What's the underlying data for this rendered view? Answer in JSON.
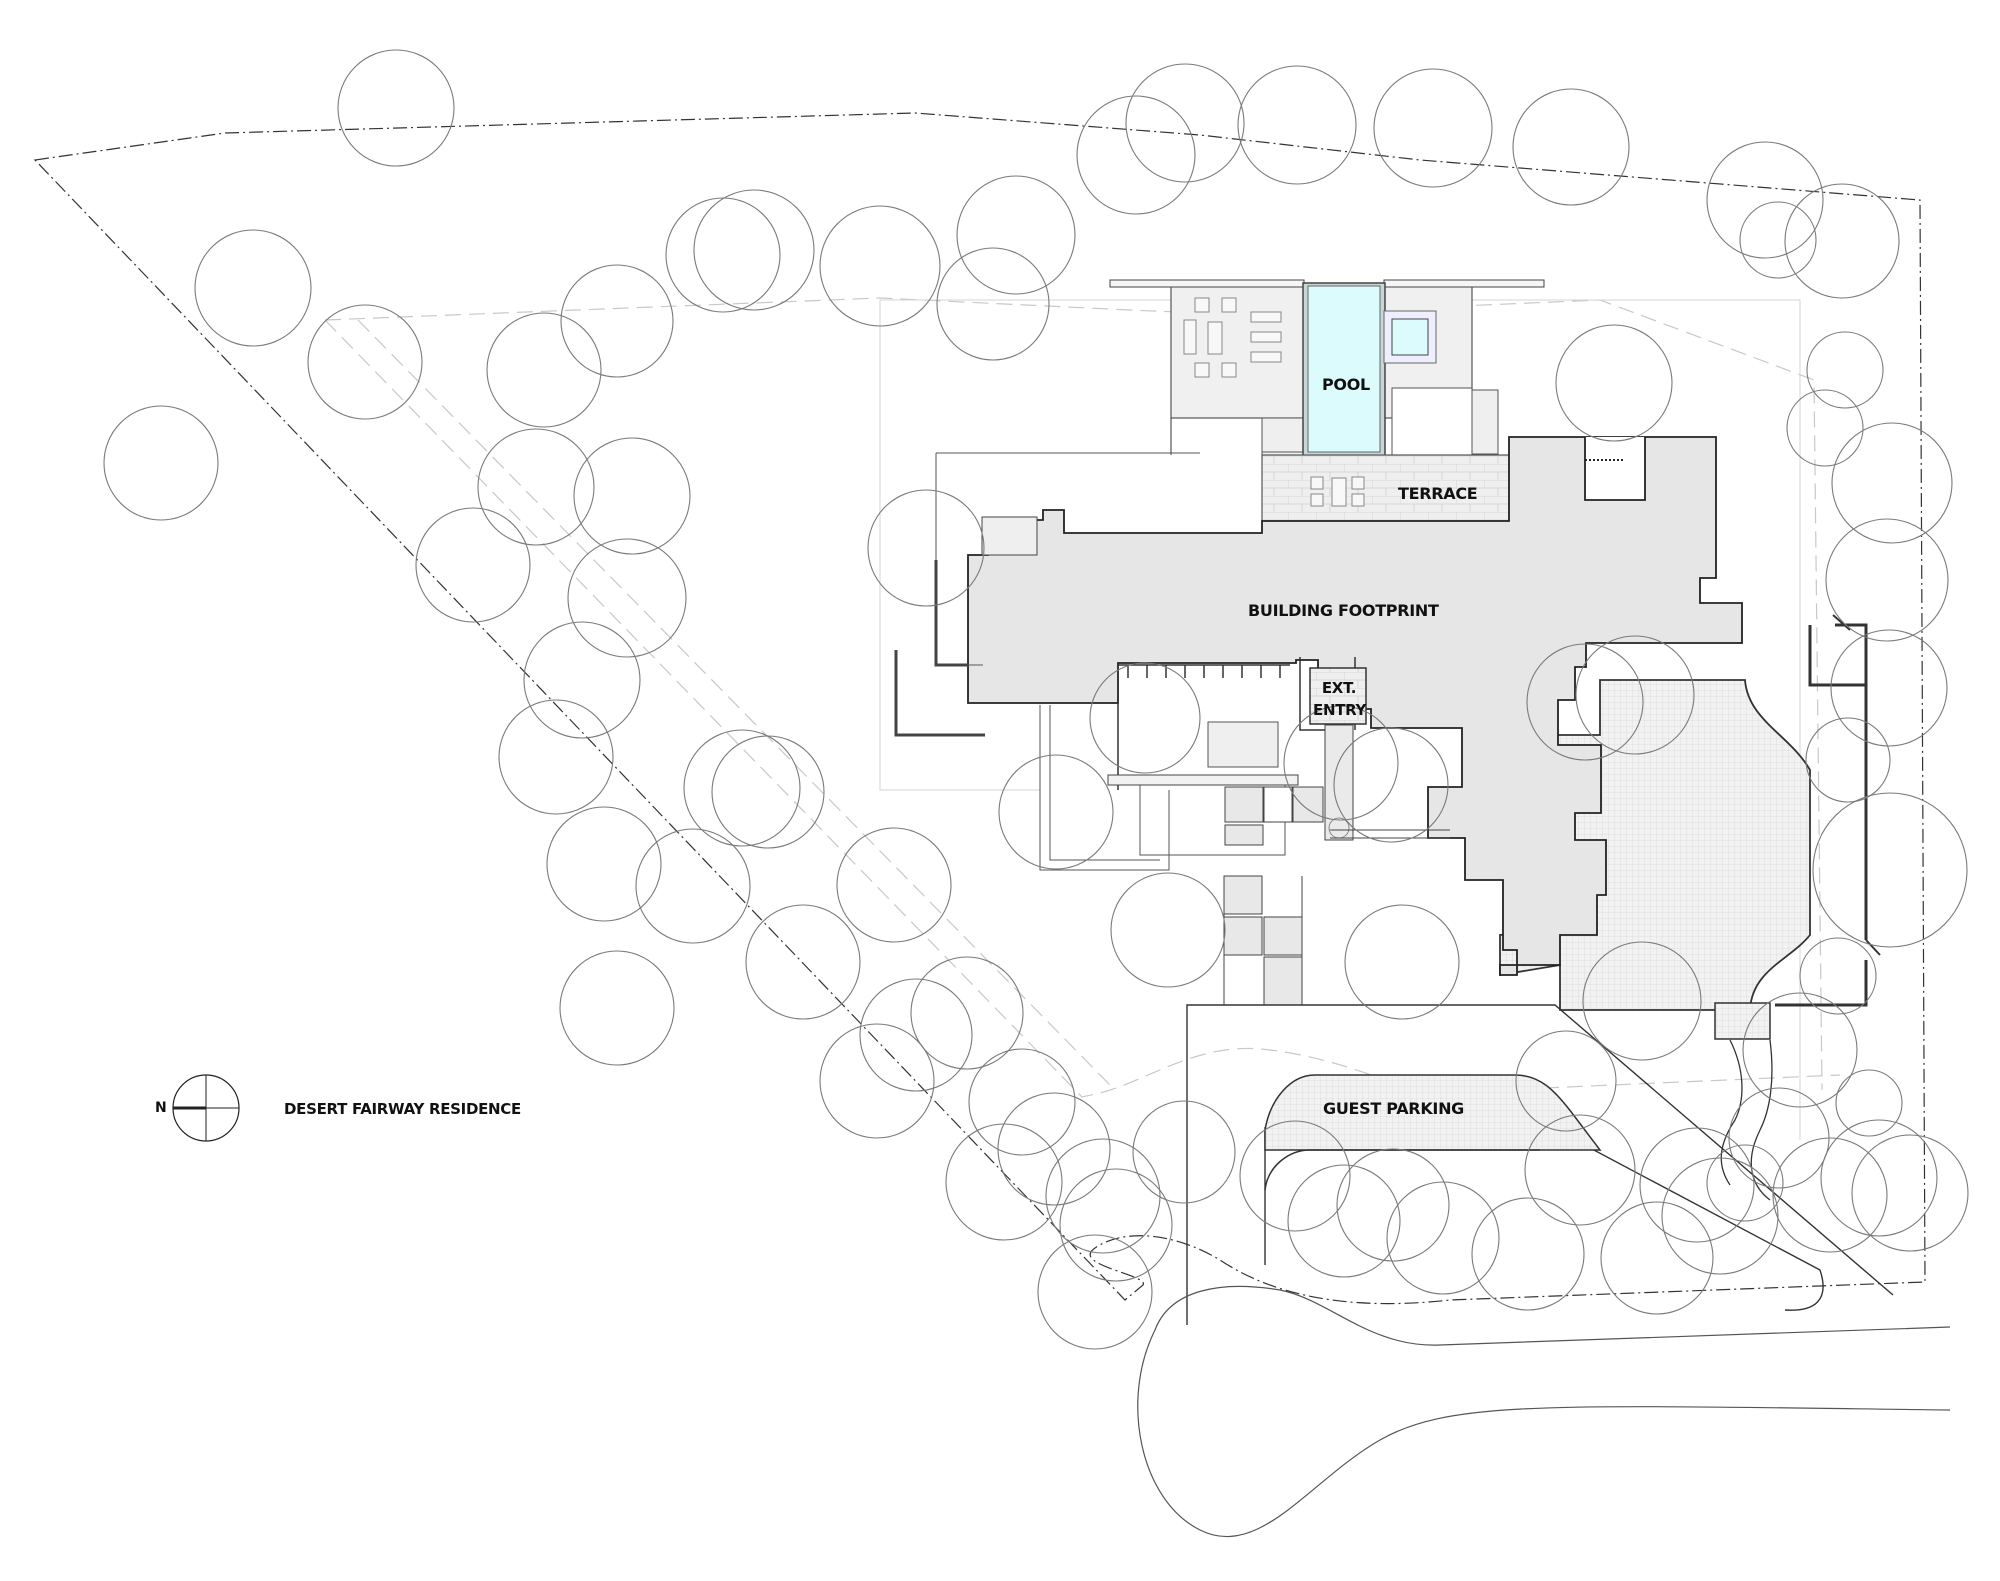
{
  "drawing": {
    "title": "DESERT FAIRWAY RESIDENCE",
    "north_label": "N",
    "north_arrow_icon": "north-arrow-icon"
  },
  "labels": {
    "pool": "POOL",
    "terrace": "TERRACE",
    "building_footprint": "BUILDING FOOTPRINT",
    "ext_entry_line1": "EXT.",
    "ext_entry_line2": "ENTRY",
    "guest_parking": "GUEST PARKING"
  },
  "colors": {
    "footprint_fill": "#e6e6e6",
    "pool_fill": "#dcfbfd",
    "paving_fill": "#efefef",
    "line": "#222222",
    "tree_line": "#7a7a7a",
    "setback_line": "#c8c8c8"
  },
  "trees": [
    [
      396,
      108,
      58
    ],
    [
      253,
      288,
      58
    ],
    [
      161,
      463,
      57
    ],
    [
      365,
      362,
      57
    ],
    [
      544,
      370,
      57
    ],
    [
      617,
      321,
      56
    ],
    [
      754,
      250,
      60
    ],
    [
      723,
      255,
      57
    ],
    [
      880,
      266,
      60
    ],
    [
      993,
      304,
      56
    ],
    [
      1016,
      235,
      59
    ],
    [
      1136,
      155,
      59
    ],
    [
      1185,
      123,
      59
    ],
    [
      1297,
      125,
      59
    ],
    [
      1433,
      128,
      59
    ],
    [
      1571,
      147,
      58
    ],
    [
      1765,
      200,
      58
    ],
    [
      1778,
      240,
      38
    ],
    [
      1842,
      241,
      57
    ],
    [
      1845,
      370,
      38
    ],
    [
      1825,
      428,
      38
    ],
    [
      1614,
      383,
      58
    ],
    [
      536,
      487,
      58
    ],
    [
      473,
      565,
      57
    ],
    [
      632,
      496,
      58
    ],
    [
      582,
      680,
      58
    ],
    [
      627,
      598,
      59
    ],
    [
      556,
      757,
      57
    ],
    [
      926,
      548,
      58
    ],
    [
      1892,
      483,
      60
    ],
    [
      1887,
      580,
      61
    ],
    [
      1889,
      688,
      58
    ],
    [
      1890,
      870,
      77
    ],
    [
      1848,
      760,
      42
    ],
    [
      1838,
      976,
      38
    ],
    [
      1635,
      695,
      59
    ],
    [
      1585,
      702,
      58
    ],
    [
      1341,
      763,
      57
    ],
    [
      1391,
      785,
      57
    ],
    [
      1145,
      718,
      55
    ],
    [
      1056,
      812,
      57
    ],
    [
      1168,
      930,
      57
    ],
    [
      1402,
      962,
      57
    ],
    [
      1642,
      1001,
      59
    ],
    [
      1800,
      1050,
      57
    ],
    [
      1779,
      1138,
      50
    ],
    [
      1869,
      1103,
      33
    ],
    [
      1830,
      1195,
      57
    ],
    [
      1745,
      1183,
      38
    ],
    [
      1697,
      1185,
      57
    ],
    [
      742,
      788,
      58
    ],
    [
      604,
      864,
      57
    ],
    [
      617,
      1008,
      57
    ],
    [
      693,
      886,
      57
    ],
    [
      768,
      792,
      56
    ],
    [
      803,
      962,
      57
    ],
    [
      894,
      885,
      57
    ],
    [
      916,
      1035,
      56
    ],
    [
      967,
      1013,
      56
    ],
    [
      877,
      1081,
      57
    ],
    [
      1103,
      1196,
      57
    ],
    [
      1116,
      1225,
      56
    ],
    [
      1022,
      1102,
      53
    ],
    [
      1004,
      1182,
      58
    ],
    [
      1095,
      1292,
      57
    ],
    [
      1054,
      1149,
      56
    ],
    [
      1184,
      1152,
      51
    ],
    [
      1295,
      1176,
      55
    ],
    [
      1393,
      1205,
      56
    ],
    [
      1443,
      1238,
      56
    ],
    [
      1344,
      1221,
      56
    ],
    [
      1580,
      1170,
      55
    ],
    [
      1566,
      1081,
      50
    ],
    [
      1528,
      1254,
      56
    ],
    [
      1657,
      1258,
      56
    ],
    [
      1720,
      1216,
      58
    ],
    [
      1879,
      1178,
      58
    ],
    [
      1910,
      1193,
      58
    ]
  ]
}
